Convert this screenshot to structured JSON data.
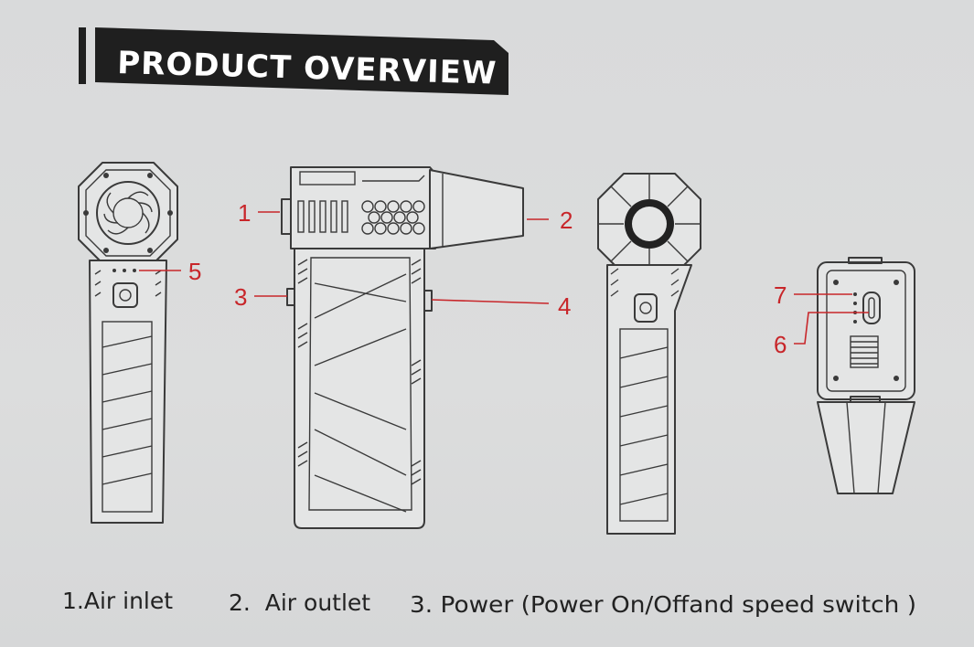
{
  "header": {
    "title": "PRODUCT OVERVIEW"
  },
  "callouts": [
    "1",
    "2",
    "3",
    "4",
    "5",
    "6",
    "7"
  ],
  "legend": [
    "1.Air inlet",
    "2.  Air outlet",
    "3. Power (Power On/Offand speed switch )"
  ],
  "colors": {
    "callout": "#c8262a",
    "title_bg": "#1f1f1f",
    "line": "#3a3a3a"
  }
}
